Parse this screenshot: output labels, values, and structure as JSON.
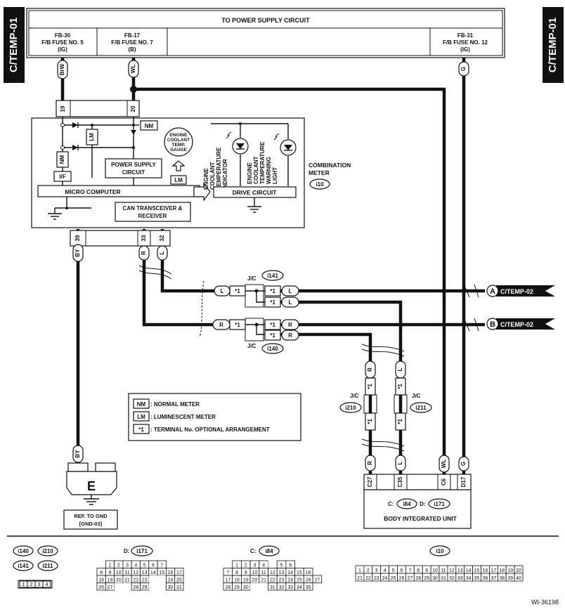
{
  "side_tag": "C/TEMP-01",
  "power": {
    "title": "TO POWER SUPPLY CIRCUIT",
    "fuses": [
      {
        "l1": "FB-30",
        "l2": "F/B FUSE NO. 5",
        "l3": "(IG)",
        "wire": "BrW"
      },
      {
        "l1": "FB-17",
        "l2": "F/B FUSE NO. 7",
        "l3": "(B)",
        "wire": "WL"
      },
      {
        "l1": "FB-31",
        "l2": "F/B FUSE NO. 12",
        "l3": "(IG)",
        "wire": "G"
      }
    ]
  },
  "meter": {
    "pin_top_left": "19",
    "pin_top_right": "20",
    "nm": "NM",
    "lm": "LM",
    "if": "I/F",
    "gauge": [
      "ENGINE",
      "COOLANT",
      "TEMP.",
      "GAUGE"
    ],
    "power_supply": [
      "POWER SUPPLY",
      "CIRCUIT"
    ],
    "micro": "MICRO COMPUTER",
    "can": [
      "CAN TRANSCEIVER &",
      "RECEIVER"
    ],
    "drive": "DRIVE CIRCUIT",
    "ind1": [
      "ENGINE",
      "COOLANT",
      "TEMPERATURE",
      "INDICATOR"
    ],
    "ind2": [
      "ENGINE",
      "COOLANT",
      "TEMPERATURE",
      "WARNING",
      "LIGHT"
    ],
    "name": [
      "COMBINATION",
      "METER"
    ],
    "conn": "i10",
    "pins_bottom": [
      "39",
      "33",
      "32"
    ],
    "wires_bottom": [
      "BY",
      "R",
      "L"
    ]
  },
  "jc": {
    "label": "J/C",
    "i141": "i141",
    "i140": "i140",
    "i210": "i210",
    "i211": "i211",
    "star": "*1",
    "L": "L",
    "R": "R"
  },
  "refs": [
    {
      "letter": "A",
      "text": "C/TEMP-02"
    },
    {
      "letter": "B",
      "text": "C/TEMP-02"
    }
  ],
  "legend": [
    {
      "key": "NM",
      "text": ": NORMAL METER"
    },
    {
      "key": "LM",
      "text": ": LUMINESCENT METER"
    },
    {
      "key": "*1",
      "text": ": TERMINAL No. OPTIONAL ARRANGEMENT"
    }
  ],
  "ground": {
    "wire": "BY",
    "letter": "E",
    "ref": [
      "REF. TO GND",
      "[GND-03]"
    ]
  },
  "biu": {
    "pins": [
      "C27",
      "C35",
      "C6",
      "D17"
    ],
    "wires": [
      "R",
      "L",
      "WL",
      "G"
    ],
    "c_label": "C:",
    "c_conn": "i84",
    "d_label": "D:",
    "d_conn": "i171",
    "name": "BODY INTEGRATED UNIT"
  },
  "bottom": {
    "jc_conns": [
      "i140",
      "i210",
      "i141",
      "i211"
    ],
    "jc_pins": [
      "1",
      "2",
      "3",
      "4"
    ],
    "d_label": "D:",
    "d_conn": "i171",
    "d_rows": [
      [
        "1",
        "2",
        "3",
        "4",
        "5",
        "6",
        "7"
      ],
      [
        "8",
        "9",
        "10",
        "11",
        "12",
        "13",
        "14",
        "15",
        "16",
        "17"
      ],
      [
        "18",
        "19",
        "20",
        "21",
        "22",
        "23",
        "",
        "",
        "24",
        "25"
      ],
      [
        "26",
        "27",
        "",
        "",
        "28",
        "29",
        "",
        "",
        "30",
        "31"
      ]
    ],
    "c_label": "C:",
    "c_conn": "i84",
    "c_rows": [
      [
        "1",
        "2",
        "3",
        "4",
        "",
        "5",
        "6"
      ],
      [
        "7",
        "8",
        "9",
        "10",
        "11",
        "12",
        "13",
        "14",
        "15",
        "16"
      ],
      [
        "17",
        "18",
        "19",
        "20",
        "21",
        "22",
        "23",
        "24",
        "25",
        "26",
        "27"
      ],
      [
        "28",
        "29",
        "30",
        "",
        "",
        "31",
        "32",
        "33",
        "34",
        "35"
      ]
    ],
    "i10_conn": "i10",
    "i10_rows": [
      [
        "1",
        "2",
        "3",
        "4",
        "5",
        "6",
        "7",
        "8",
        "9",
        "10",
        "11",
        "12",
        "13",
        "14",
        "15",
        "16",
        "17",
        "18",
        "19",
        "20"
      ],
      [
        "21",
        "22",
        "23",
        "24",
        "25",
        "26",
        "27",
        "28",
        "29",
        "30",
        "31",
        "32",
        "33",
        "34",
        "35",
        "36",
        "37",
        "38",
        "39",
        "40"
      ]
    ]
  },
  "figure_id": "WI-36198"
}
